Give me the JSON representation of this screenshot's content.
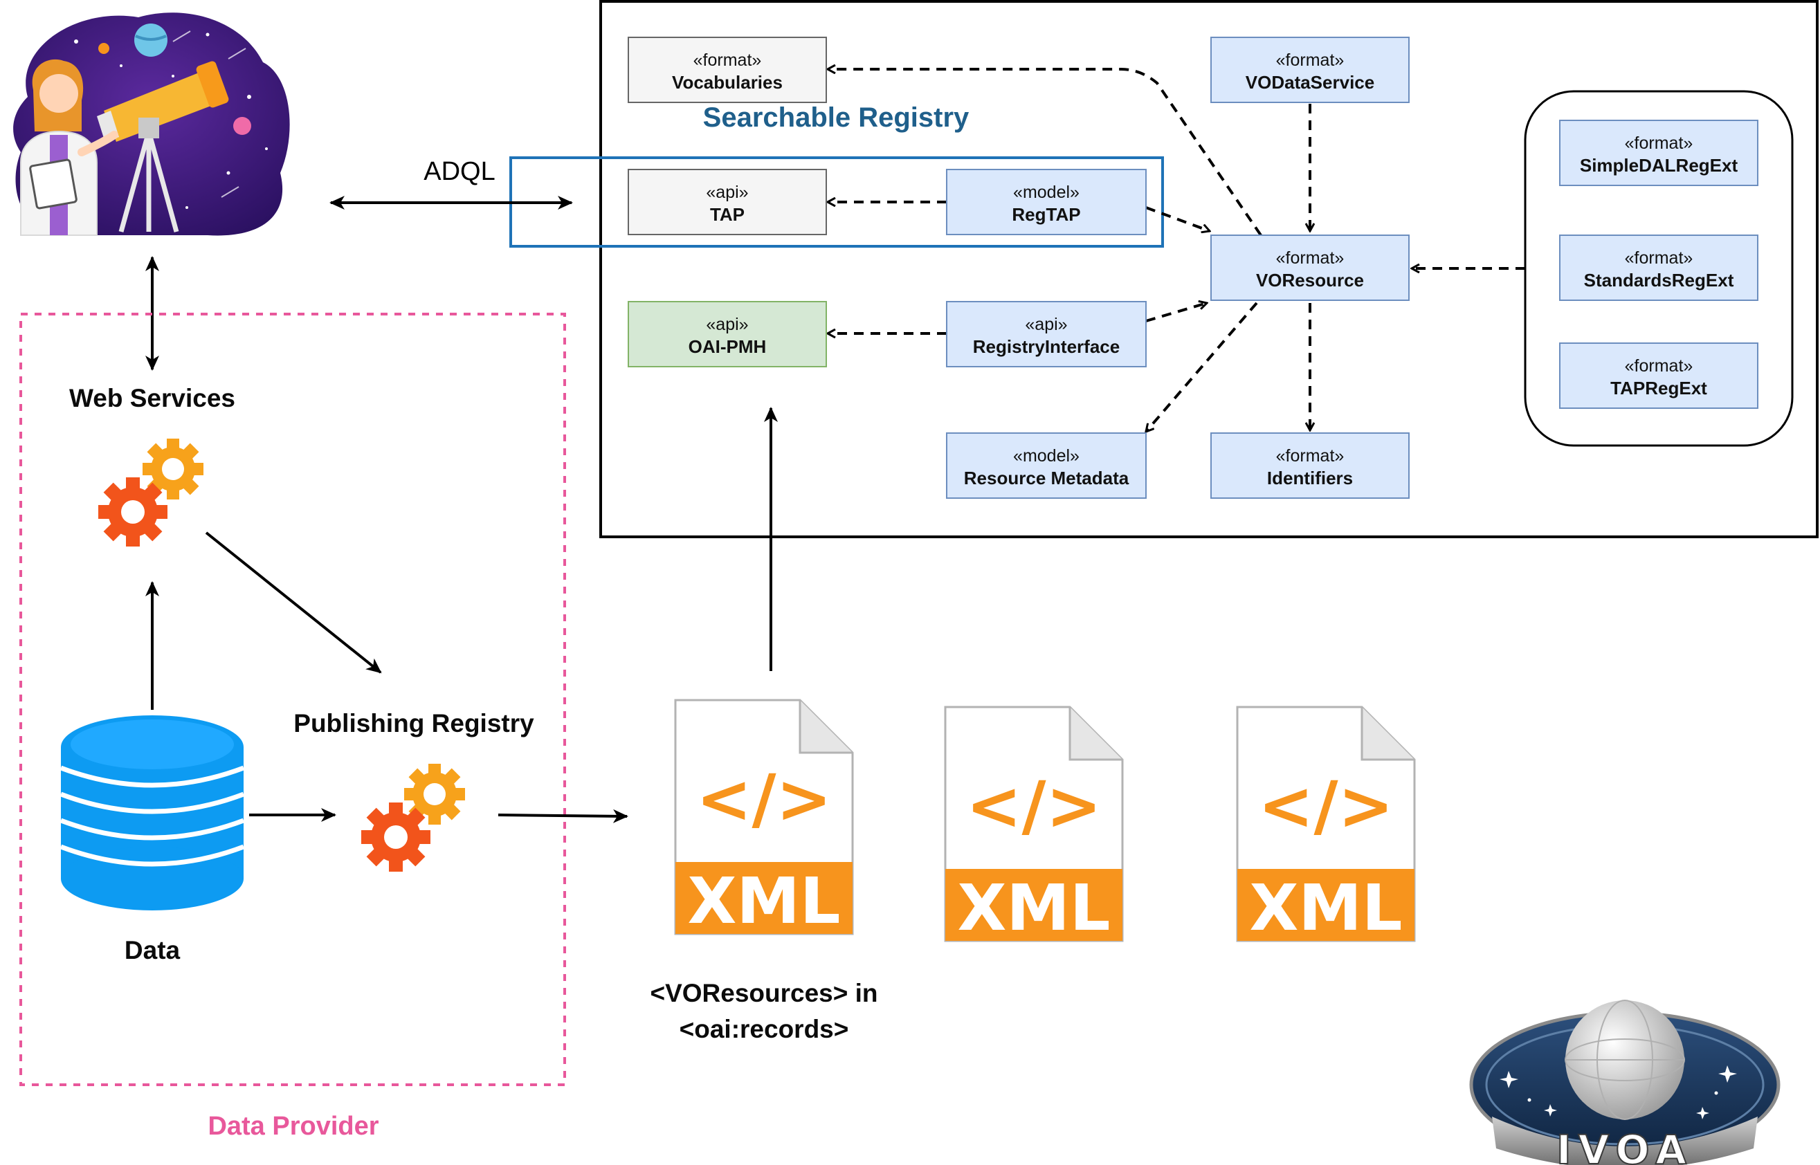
{
  "labels": {
    "adql": "ADQL",
    "searchable_registry": "Searchable Registry",
    "web_services": "Web Services",
    "publishing_registry": "Publishing Registry",
    "data": "Data",
    "data_provider": "Data Provider",
    "voresources_line1": "<VOResources> in",
    "voresources_line2": "<oai:records>",
    "ivoa": "IVOA"
  },
  "boxes": {
    "vocabularies": {
      "stereotype": "«format»",
      "name": "Vocabularies"
    },
    "tap": {
      "stereotype": "«api»",
      "name": "TAP"
    },
    "oai_pmh": {
      "stereotype": "«api»",
      "name": "OAI-PMH"
    },
    "regtap": {
      "stereotype": "«model»",
      "name": "RegTAP"
    },
    "registry_interface": {
      "stereotype": "«api»",
      "name": "RegistryInterface"
    },
    "resource_metadata": {
      "stereotype": "«model»",
      "name": "Resource Metadata"
    },
    "vodataservice": {
      "stereotype": "«format»",
      "name": "VODataService"
    },
    "voresource": {
      "stereotype": "«format»",
      "name": "VOResource"
    },
    "identifiers": {
      "stereotype": "«format»",
      "name": "Identifiers"
    },
    "simpledalregext": {
      "stereotype": "«format»",
      "name": "SimpleDALRegExt"
    },
    "standardsregext": {
      "stereotype": "«format»",
      "name": "StandardsRegExt"
    },
    "tapregext": {
      "stereotype": "«format»",
      "name": "TAPRegExt"
    }
  },
  "xml_docs": {
    "label": "XML",
    "code_glyph": "</>"
  },
  "colors": {
    "box_blue": "#dae8fc",
    "box_blue_border": "#6c8ebf",
    "box_gray": "#f5f5f5",
    "box_gray_border": "#666666",
    "box_green": "#d5e8d4",
    "box_green_border": "#82b366",
    "registry_title": "#1f5f8b",
    "adql_highlight": "#1f73b7",
    "data_provider": "#e8589b",
    "xml_orange": "#f7941d",
    "database_blue": "#0d9bf2",
    "gear_red": "#f2541b",
    "gear_orange": "#f7a21b"
  },
  "icons": {
    "scientist": "scientist-telescope-icon",
    "database": "database-icon",
    "gears": "gears-icon",
    "xml_file": "xml-file-icon",
    "ivoa_logo": "ivoa-logo"
  }
}
